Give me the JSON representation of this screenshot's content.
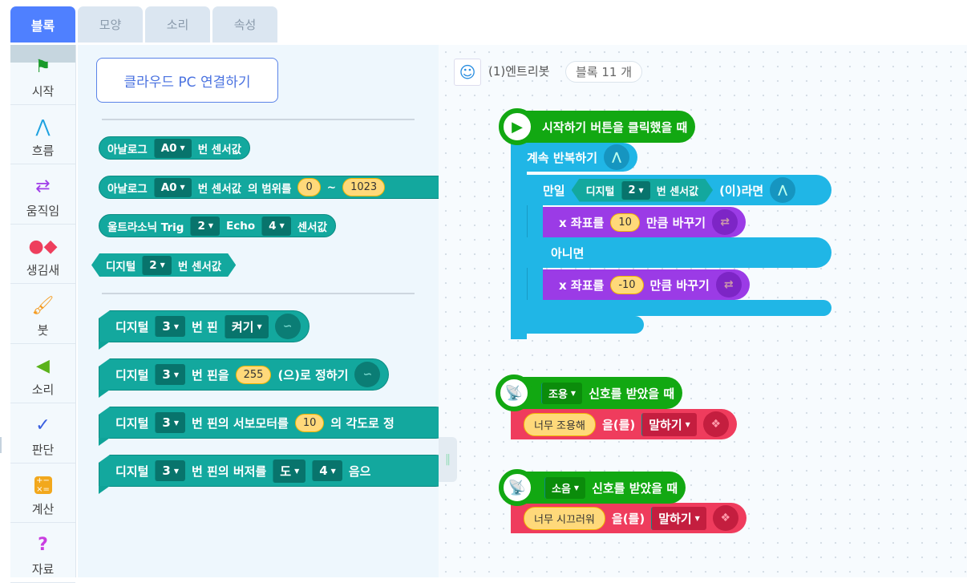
{
  "tabs": [
    "블록",
    "모양",
    "소리",
    "속성"
  ],
  "sidebar": [
    {
      "label": "시작",
      "icon": "flag-icon"
    },
    {
      "label": "흐름",
      "icon": "flow-icon"
    },
    {
      "label": "움직임",
      "icon": "move-arrows-icon"
    },
    {
      "label": "생김새",
      "icon": "shapes-icon"
    },
    {
      "label": "붓",
      "icon": "brush-icon"
    },
    {
      "label": "소리",
      "icon": "speaker-icon"
    },
    {
      "label": "판단",
      "icon": "check-icon"
    },
    {
      "label": "계산",
      "icon": "calculator-icon"
    },
    {
      "label": "자료",
      "icon": "question-icon"
    }
  ],
  "palette": {
    "cloud_button": "클라우드 PC 연결하기",
    "b1": {
      "a": "아날로그",
      "dd": "A0",
      "b": "번 센서값"
    },
    "b2": {
      "a": "아날로그",
      "dd": "A0",
      "b": "번 센서값",
      "c": "의 범위를",
      "n1": "0",
      "tilde": "~",
      "n2": "1023"
    },
    "b3": {
      "a": "울트라소닉 Trig",
      "dd1": "2",
      "b": "Echo",
      "dd2": "4",
      "c": "센서값"
    },
    "b4": {
      "a": "디지털",
      "dd": "2",
      "b": "번 센서값"
    },
    "b5": {
      "a": "디지털",
      "dd": "3",
      "b": "번 핀",
      "dd2": "켜기"
    },
    "b6": {
      "a": "디지털",
      "dd": "3",
      "b": "번 핀을",
      "n": "255",
      "c": "(으)로 정하기"
    },
    "b7": {
      "a": "디지털",
      "dd": "3",
      "b": "번 핀의 서보모터를",
      "n": "10",
      "c": "의 각도로 정"
    },
    "b8": {
      "a": "디지털",
      "dd": "3",
      "b": "번 핀의 버저를",
      "dd2": "도",
      "dd3": "4",
      "c": "음으"
    }
  },
  "canvas": {
    "object_name": "(1)엔트리봇",
    "block_count": "블록 11 개",
    "start": "시작하기 버튼을 클릭했을 때",
    "loop": "계속 반복하기",
    "if": {
      "a": "만일",
      "s1": "디지털",
      "dd": "2",
      "s2": "번 센서값",
      "b": "(이)라면"
    },
    "move1": {
      "a": "x 좌표를",
      "n": "10",
      "b": "만큼 바꾸기"
    },
    "else": "아니면",
    "move2": {
      "a": "x 좌표를",
      "n": "-10",
      "b": "만큼 바꾸기"
    },
    "sig1": {
      "dd": "조용",
      "a": "신호를 받았을 때",
      "say": "너무 조용해",
      "b": "을(를)",
      "dd2": "말하기"
    },
    "sig2": {
      "dd": "소음",
      "a": "신호를 받았을 때",
      "say": "너무 시끄러워",
      "b": "을(를)",
      "dd2": "말하기"
    }
  }
}
